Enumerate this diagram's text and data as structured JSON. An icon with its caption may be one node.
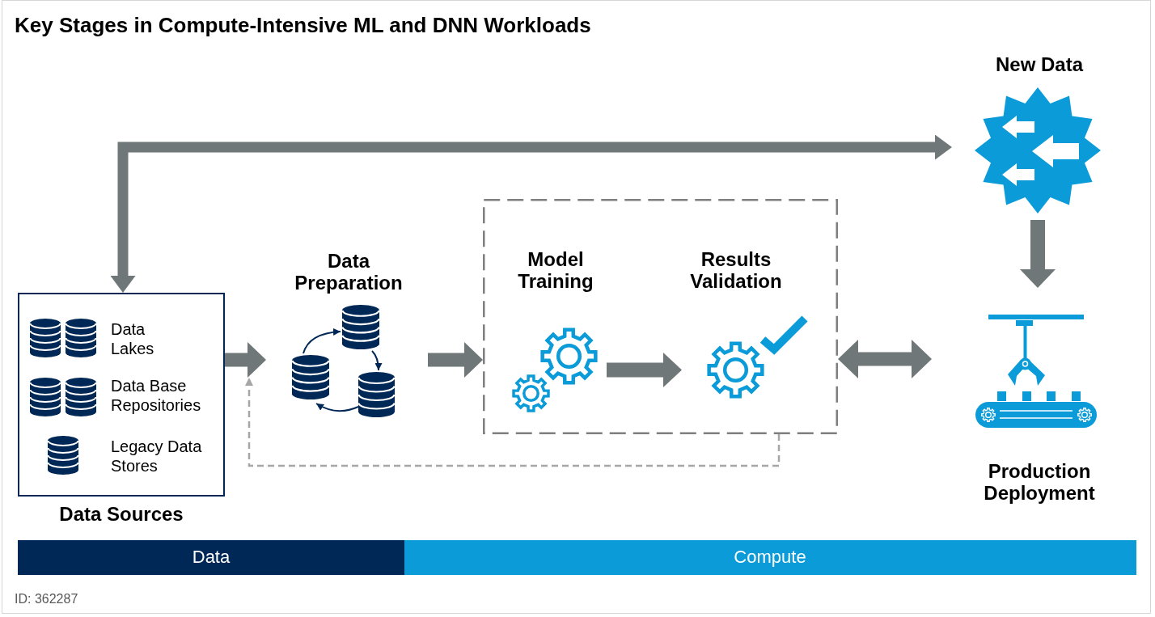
{
  "diagram": {
    "title": "Key Stages in Compute-Intensive ML and DNN Workloads",
    "nodes": [
      {
        "text": [
          "Data Lakes",
          "Data Base Repositories",
          "Legacy Data Stores"
        ],
        "beside": [
          "Data Sources"
        ]
      },
      {
        "text": [
          "Data Preparation"
        ]
      },
      {
        "text": [],
        "shape": "box"
      },
      {
        "text": [
          "Model Training"
        ],
        "in": 2
      },
      {
        "text": [
          "Results Validation"
        ],
        "in": 2
      },
      {
        "text": [
          "New Data"
        ]
      },
      {
        "text": [
          "Production Deployment"
        ]
      },
      {
        "text": [
          "Data"
        ]
      },
      {
        "text": [
          "Compute"
        ]
      }
    ],
    "edges": [
      {
        "from": 0,
        "to": 5,
        "arrow": "both"
      },
      {
        "from": 0,
        "to": 1,
        "arrow": "to"
      },
      {
        "from": 1,
        "to": 2,
        "arrow": "to"
      },
      {
        "from": 3,
        "to": 4,
        "arrow": "to"
      },
      {
        "from": 2,
        "to": 6,
        "arrow": "both"
      },
      {
        "from": 5,
        "to": 6,
        "arrow": "to"
      },
      {
        "from": 2,
        "to": 0,
        "arrow": "to",
        "style": "dashed",
        "color": "#a6a6a6"
      }
    ],
    "labels": [
      "ID: 362287"
    ]
  }
}
